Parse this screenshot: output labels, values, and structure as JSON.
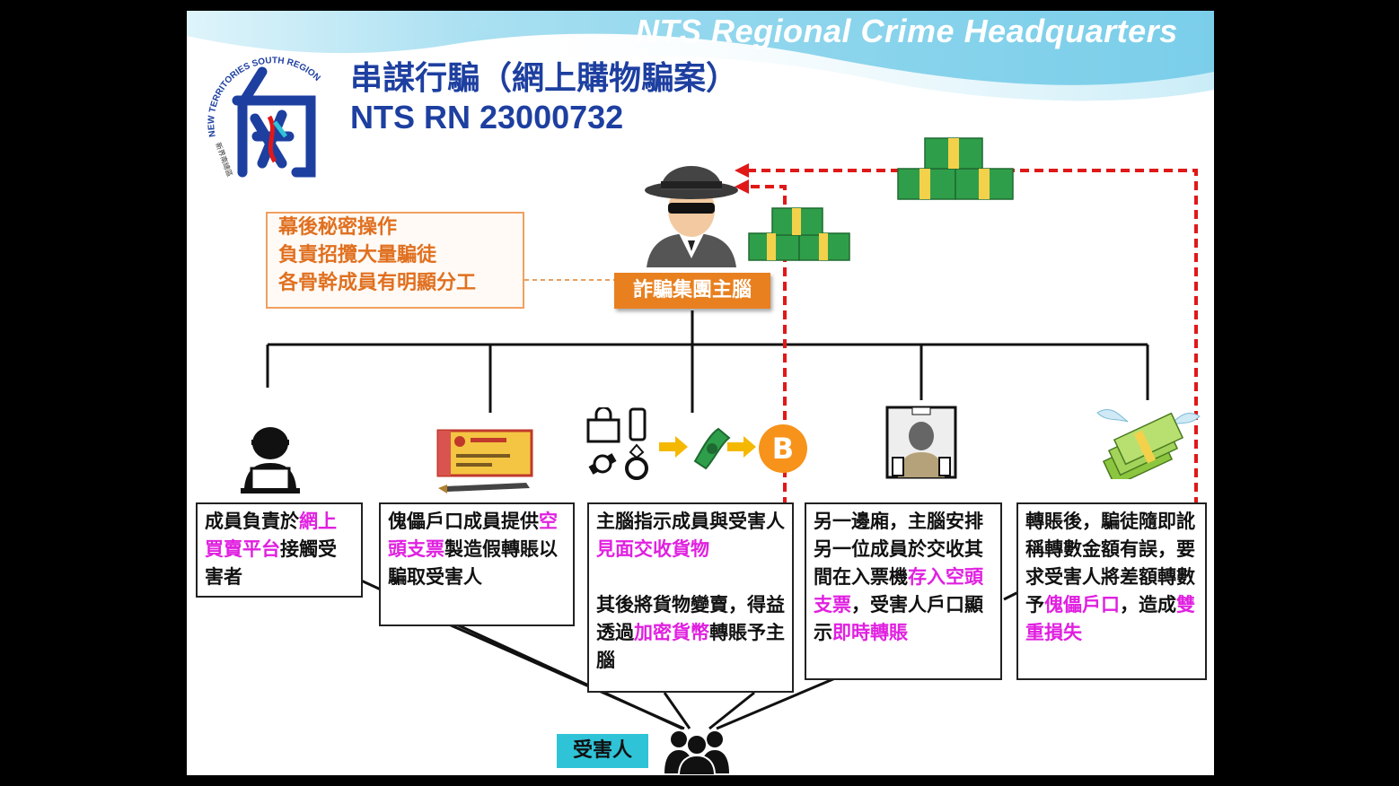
{
  "header": {
    "banner": "NTS Regional Crime Headquarters",
    "title": "串謀行騙（網上購物騙案）",
    "case_number": "NTS RN 23000732"
  },
  "logo": {
    "arc_text": "NEW TERRITORIES SOUTH REGION",
    "chinese_text": "新界南總區"
  },
  "mastermind": {
    "note_lines": [
      "幕後秘密操作",
      "負責招攬大量騙徒",
      "各骨幹成員有明顯分工"
    ],
    "label": "詐騙集團主腦"
  },
  "boxes": [
    {
      "parts": [
        {
          "t": "成員負責於"
        },
        {
          "t": "網上買賣平台",
          "hl": true
        },
        {
          "t": "接觸受害者"
        }
      ]
    },
    {
      "parts": [
        {
          "t": "傀儡戶口成員提供"
        },
        {
          "t": "空頭支票",
          "hl": true
        },
        {
          "t": "製造假轉賬以騙取受害人"
        }
      ]
    },
    {
      "parts": [
        {
          "t": "主腦指示成員與受害人"
        },
        {
          "t": "見面交收貨物",
          "hl": true
        },
        {
          "t": "\n\n其後將貨物變賣，得益透過"
        },
        {
          "t": "加密貨幣",
          "hl": true
        },
        {
          "t": "轉賬予主腦"
        }
      ]
    },
    {
      "parts": [
        {
          "t": "另一邊廂，主腦安排另一位成員於交收其間在入票機"
        },
        {
          "t": "存入空頭支票",
          "hl": true
        },
        {
          "t": "，受害人戶口顯示"
        },
        {
          "t": "即時轉賬",
          "hl": true
        }
      ]
    },
    {
      "parts": [
        {
          "t": "轉賬後，騙徒隨即訛稱轉數金額有誤，要求受害人將差額轉數予"
        },
        {
          "t": "傀儡戶口",
          "hl": true
        },
        {
          "t": "，造成"
        },
        {
          "t": "雙重損失",
          "hl": true
        }
      ]
    }
  ],
  "victim": {
    "label": "受害人"
  },
  "icons": [
    "hacker-icon",
    "cheque-pen-icon",
    "shopping-bag-icon",
    "phone-icon",
    "watch-icon",
    "ring-icon",
    "arrow-icon",
    "cash-icon",
    "bitcoin-icon",
    "atm-user-icon",
    "flying-money-icon",
    "money-stack-icon",
    "mastermind-spy-icon",
    "victims-group-icon",
    "logo-emblem"
  ],
  "colors": {
    "highlight": "#e020e0",
    "orange": "#e8801f",
    "title_blue": "#1d3fa0",
    "cyan": "#2fc3d8",
    "red_dashed": "#e01818"
  }
}
